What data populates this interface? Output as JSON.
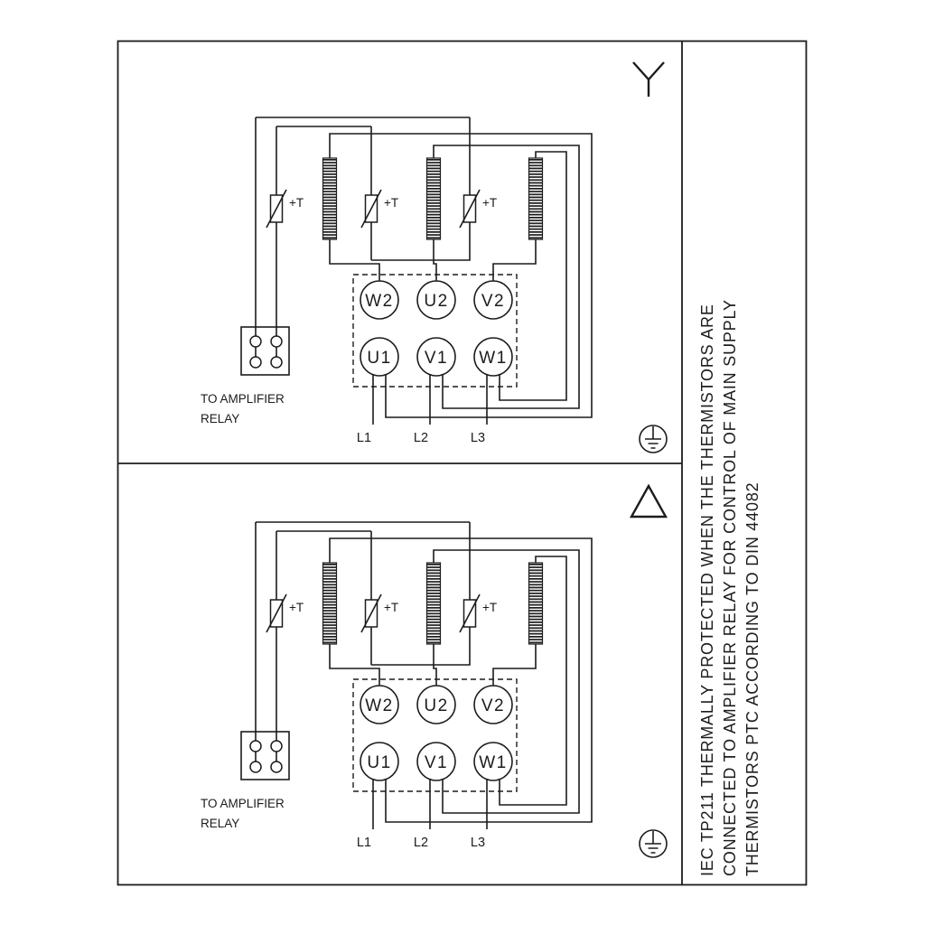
{
  "colors": {
    "background": "#ffffff",
    "line": "#1c1c1c"
  },
  "sidebar_note": {
    "line1": "IEC TP211 THERMALLY PROTECTED WHEN THE THERMISTORS ARE",
    "line2": "CONNECTED TO AMPLIFIER RELAY FOR CONTROL OF MAIN SUPPLY",
    "line3": "THERMISTORS PTC ACCORDING TO DIN 44082"
  },
  "panels": [
    {
      "connection": "star",
      "symbol": "star-icon",
      "thermistor_labels": [
        "+T",
        "+T",
        "+T"
      ],
      "terminals_top": [
        "W2",
        "U2",
        "V2"
      ],
      "terminals_bottom": [
        "U1",
        "V1",
        "W1"
      ],
      "supply_labels": [
        "L1",
        "L2",
        "L3"
      ],
      "relay_caption_line1": "TO AMPLIFIER",
      "relay_caption_line2": "RELAY"
    },
    {
      "connection": "delta",
      "symbol": "delta-icon",
      "thermistor_labels": [
        "+T",
        "+T",
        "+T"
      ],
      "terminals_top": [
        "W2",
        "U2",
        "V2"
      ],
      "terminals_bottom": [
        "U1",
        "V1",
        "W1"
      ],
      "supply_labels": [
        "L1",
        "L2",
        "L3"
      ],
      "relay_caption_line1": "TO AMPLIFIER",
      "relay_caption_line2": "RELAY"
    }
  ]
}
